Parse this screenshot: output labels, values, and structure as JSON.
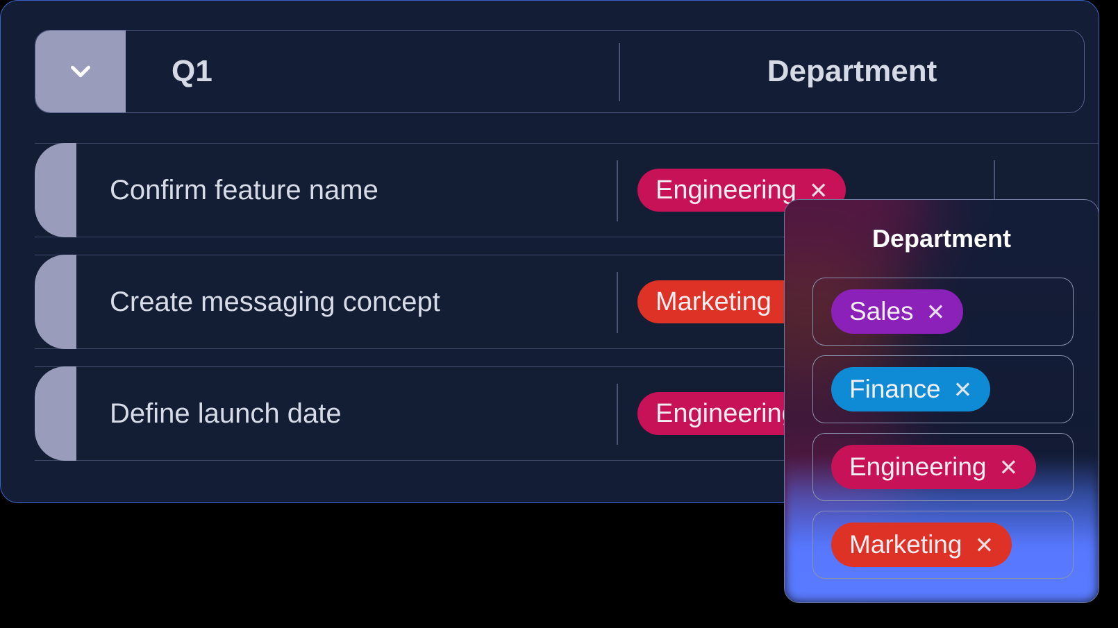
{
  "table": {
    "header": {
      "chevron_icon": "chevron-down-icon",
      "group_label": "Q1",
      "column_label": "Department"
    },
    "rows": [
      {
        "task": "Confirm feature name",
        "tag": "Engineering",
        "tag_color": "#C81257",
        "remove_icon": "✕"
      },
      {
        "task": "Create messaging concept",
        "tag": "Marketing",
        "tag_color": "#DE3226",
        "remove_icon": "✕"
      },
      {
        "task": "Define launch date",
        "tag": "Engineering",
        "tag_color": "#C81257",
        "remove_icon": "✕"
      }
    ]
  },
  "popup": {
    "title": "Department",
    "options": [
      {
        "label": "Sales",
        "color": "#8B21B8",
        "remove_icon": "✕"
      },
      {
        "label": "Finance",
        "color": "#0E8BD4",
        "remove_icon": "✕"
      },
      {
        "label": "Engineering",
        "color": "#C81257",
        "remove_icon": "✕"
      },
      {
        "label": "Marketing",
        "color": "#DE3226",
        "remove_icon": "✕"
      }
    ]
  },
  "theme": {
    "page_bg": "#000000",
    "card_bg": "#131E36",
    "card_border": "#3a64c8",
    "accent_bar": "#9A9CBB",
    "text_primary": "#d7dce8",
    "popup_glow_blue": "#5778FF",
    "popup_glow_magenta": "#C81257"
  }
}
